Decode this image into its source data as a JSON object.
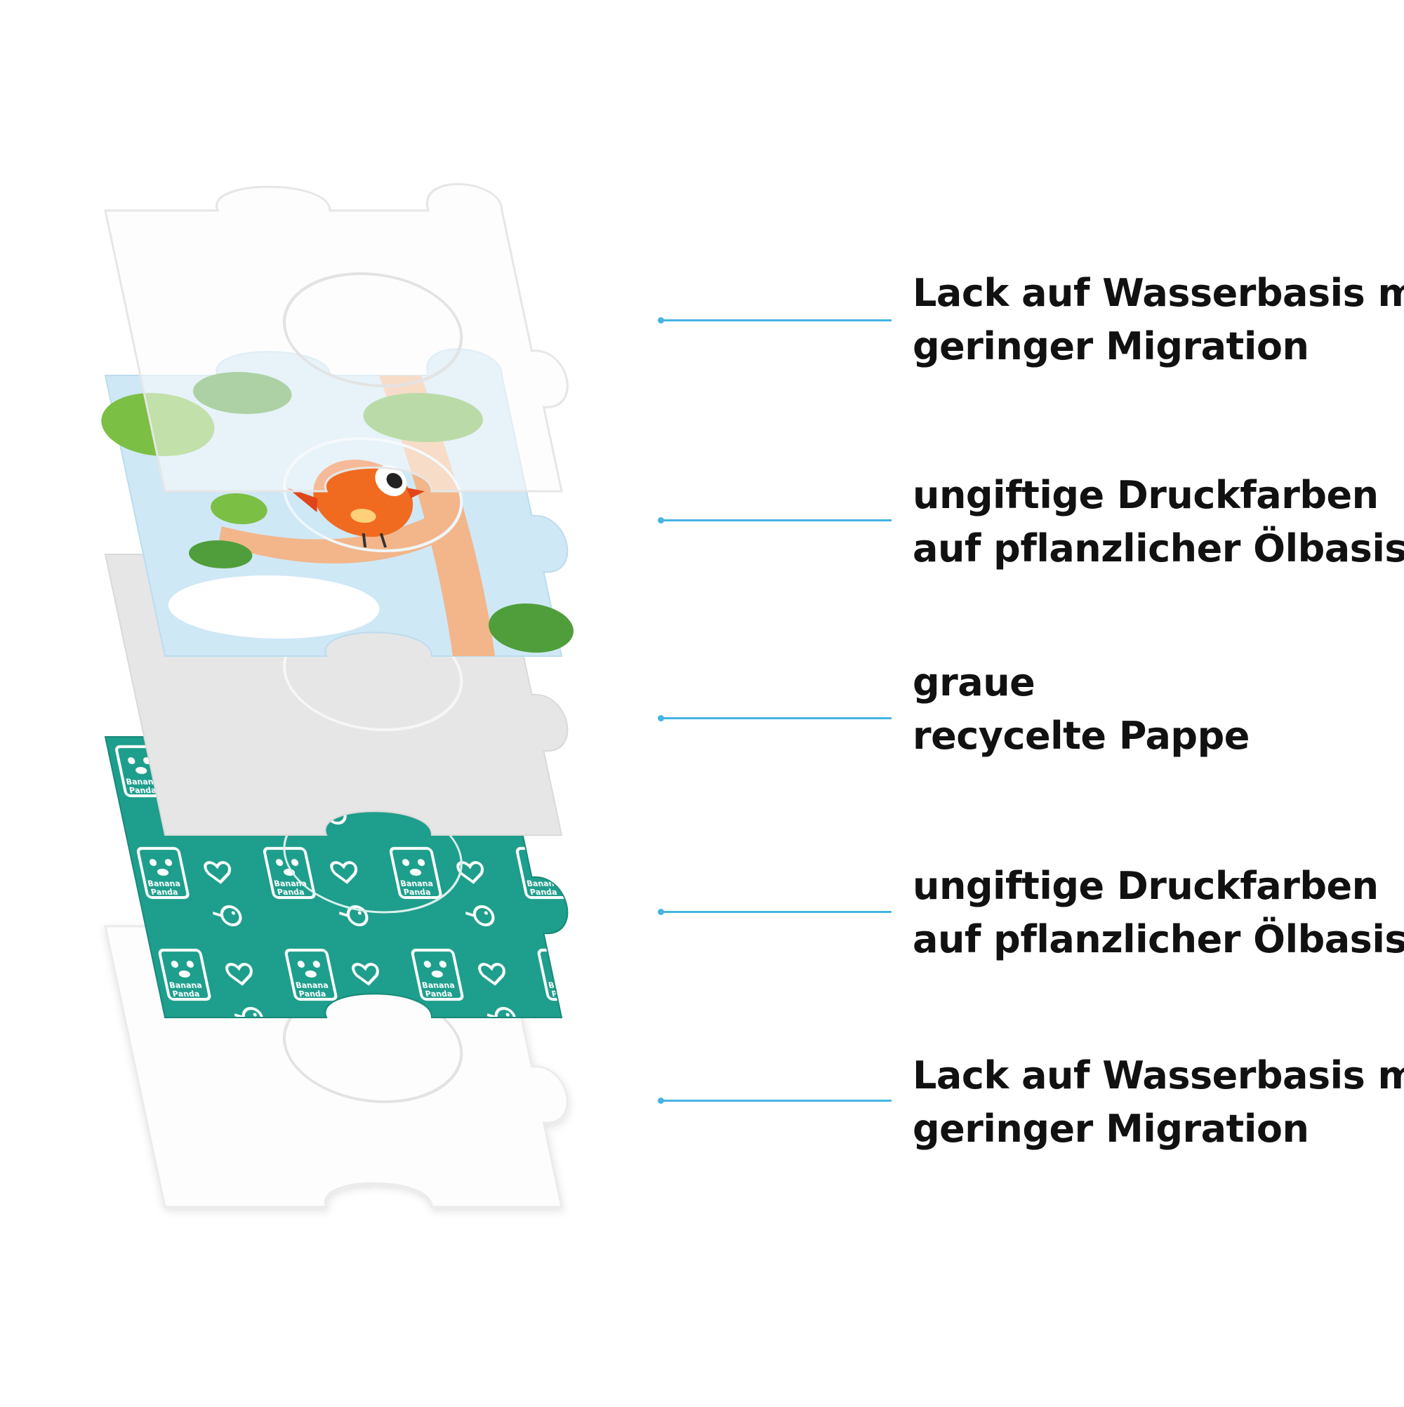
{
  "colors": {
    "accent": "#45b4e3",
    "pattern_green": "#1e9e8c",
    "grey_board": "#e6e6e6",
    "sky": "#cfe8f6"
  },
  "pattern": {
    "brand_line1": "Banana",
    "brand_line2": "Panda"
  },
  "layers": [
    {
      "id": "varnish-top",
      "lines": [
        "Lack auf Wasserbasis mit",
        "geringer Migration"
      ]
    },
    {
      "id": "ink-front",
      "lines": [
        "ungiftige Druckfarben",
        "auf pflanzlicher Ölbasis"
      ]
    },
    {
      "id": "board",
      "lines": [
        "graue",
        "recycelte Pappe"
      ]
    },
    {
      "id": "ink-back",
      "lines": [
        "ungiftige Druckfarben",
        "auf pflanzlicher Ölbasis"
      ]
    },
    {
      "id": "varnish-bottom",
      "lines": [
        "Lack auf Wasserbasis mit",
        "geringer Migration"
      ]
    }
  ]
}
